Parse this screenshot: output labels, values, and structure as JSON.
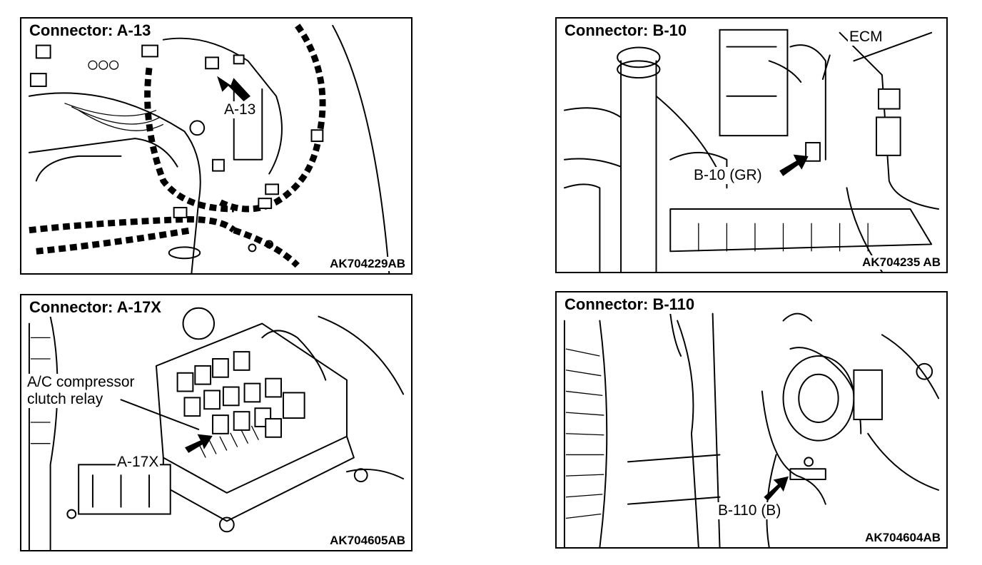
{
  "panels": [
    {
      "title": "Connector: A-13",
      "callouts": [
        "A-13"
      ],
      "code": "AK704229AB"
    },
    {
      "title": "Connector: B-10",
      "callouts": [
        "ECM",
        "B-10 (GR)"
      ],
      "code": "AK704235 AB"
    },
    {
      "title": "Connector: A-17X",
      "callouts": [
        "A/C compressor",
        "clutch relay",
        "A-17X"
      ],
      "code": "AK704605AB"
    },
    {
      "title": "Connector: B-110",
      "callouts": [
        "B-110 (B)"
      ],
      "code": "AK704604AB"
    }
  ]
}
